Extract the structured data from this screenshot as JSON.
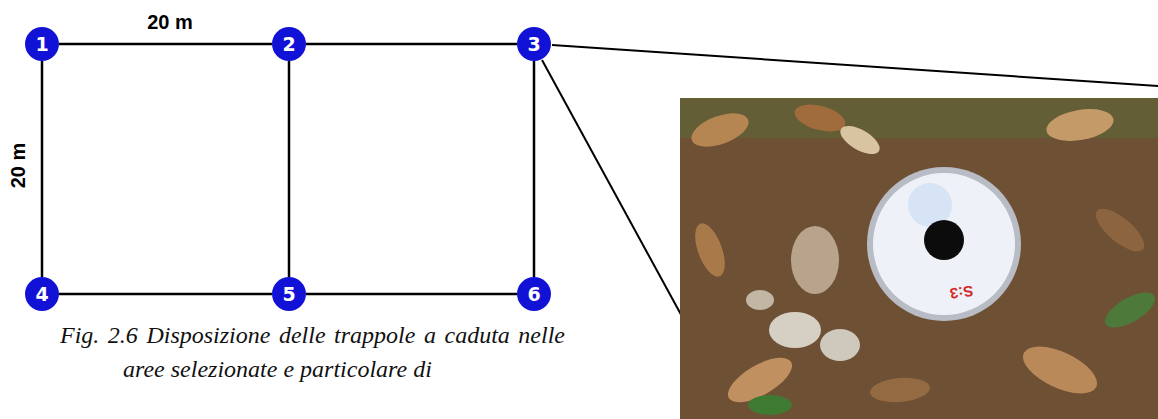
{
  "diagram": {
    "caption": "Fig. 2.6 Disposizione delle trappole a caduta nelle aree selezionate e particolare di",
    "nodes": [
      {
        "text": [
          "1"
        ]
      },
      {
        "text": [
          "2"
        ]
      },
      {
        "text": [
          "3"
        ]
      },
      {
        "text": [
          "4"
        ]
      },
      {
        "text": [
          "5"
        ]
      },
      {
        "text": [
          "6"
        ]
      }
    ],
    "edges": [
      {
        "from": 0,
        "to": 1,
        "arrow": "none"
      },
      {
        "from": 1,
        "to": 2,
        "arrow": "none"
      },
      {
        "from": 0,
        "to": 3,
        "arrow": "none"
      },
      {
        "from": 1,
        "to": 4,
        "arrow": "none"
      },
      {
        "from": 2,
        "to": 5,
        "arrow": "none"
      },
      {
        "from": 3,
        "to": 4,
        "arrow": "none"
      },
      {
        "from": 4,
        "to": 5,
        "arrow": "none"
      }
    ],
    "labels": [
      "20 m",
      "20 m",
      "S:3"
    ]
  }
}
